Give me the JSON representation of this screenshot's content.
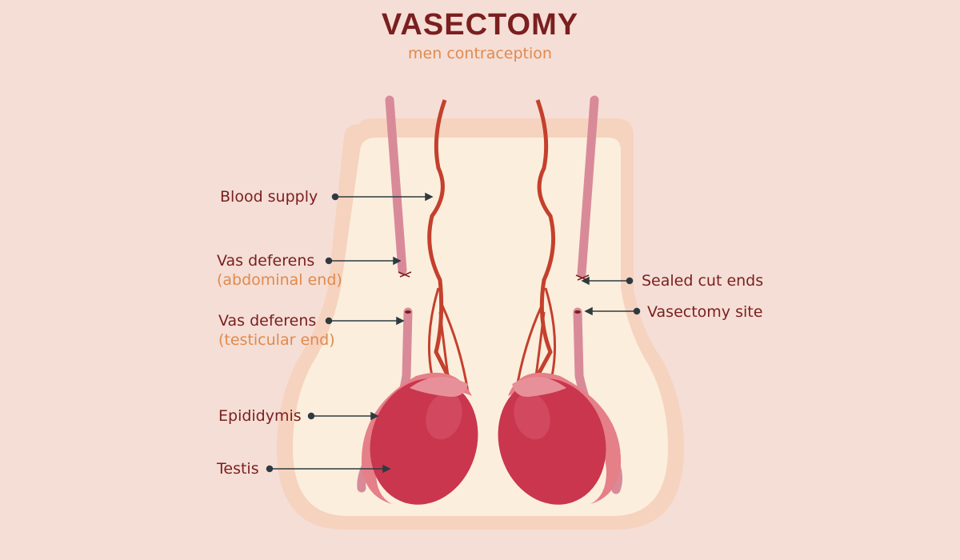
{
  "header": {
    "title": "VASECTOMY",
    "subtitle": "men contraception"
  },
  "labels": {
    "blood_supply": "Blood supply",
    "vas_abdominal": "Vas deferens",
    "vas_abdominal_sub": "(abdominal end)",
    "vas_testicular": "Vas deferens",
    "vas_testicular_sub": "(testicular end)",
    "epididymis": "Epididymis",
    "testis": "Testis",
    "sealed_cut_ends": "Sealed cut ends",
    "vasectomy_site": "Vasectomy site"
  },
  "colors": {
    "background": "#f5ded6",
    "title": "#7a1f1f",
    "subtitle": "#e08a4e",
    "label": "#7a1f1f",
    "sub_label": "#e08a4e",
    "pointer": "#2f3a40",
    "skin_outer": "#f6d3bf",
    "skin_inner": "#fbeedd",
    "artery": "#c4402d",
    "vas": "#d98a98",
    "testis": "#c9364e",
    "epididymis": "#e57f88"
  }
}
